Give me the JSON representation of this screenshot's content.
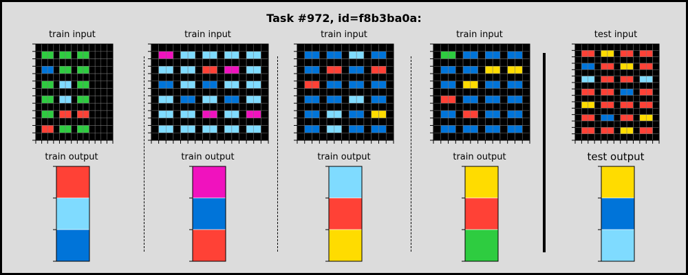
{
  "title": "Task #972, id=f8b3ba0a:",
  "palette": {
    "0": "#000000",
    "1": "#0074D9",
    "2": "#FF4136",
    "3": "#2ECC40",
    "4": "#FFDC00",
    "5": "#AAAAAA",
    "6": "#F012BE",
    "7": "#FF851B",
    "8": "#7FDBFF",
    "9": "#870C25"
  },
  "pairs": [
    {
      "input_label": "train input",
      "output_label": "train output",
      "input": [
        [
          0,
          0,
          0,
          0,
          0,
          0,
          0,
          0,
          0,
          0,
          0,
          0,
          0
        ],
        [
          0,
          3,
          3,
          0,
          3,
          3,
          0,
          3,
          3,
          0
        ],
        [
          0,
          0,
          0,
          0,
          0,
          0,
          0,
          0,
          0,
          0
        ],
        [
          0,
          1,
          1,
          0,
          3,
          3,
          0,
          3,
          3,
          0
        ],
        [
          0,
          0,
          0,
          0,
          0,
          0,
          0,
          0,
          0,
          0
        ],
        [
          0,
          3,
          3,
          0,
          8,
          8,
          0,
          3,
          3,
          0
        ],
        [
          0,
          0,
          0,
          0,
          0,
          0,
          0,
          0,
          0,
          0
        ],
        [
          0,
          3,
          3,
          0,
          8,
          8,
          0,
          3,
          3,
          0
        ],
        [
          0,
          0,
          0,
          0,
          0,
          0,
          0,
          0,
          0,
          0
        ],
        [
          0,
          3,
          3,
          0,
          2,
          2,
          0,
          2,
          2,
          0
        ],
        [
          0,
          0,
          0,
          0,
          0,
          0,
          0,
          0,
          0,
          0
        ],
        [
          0,
          2,
          2,
          0,
          3,
          3,
          0,
          3,
          3,
          0
        ],
        [
          0,
          0,
          0,
          0,
          0,
          0,
          0,
          0,
          0,
          0
        ]
      ],
      "output": [
        [
          2
        ],
        [
          8
        ],
        [
          1
        ]
      ]
    },
    {
      "input_label": "train input",
      "output_label": "train output",
      "input": [
        [
          0,
          0,
          0,
          0,
          0,
          0,
          0,
          0,
          0,
          0,
          0,
          0,
          0,
          0,
          0,
          0
        ],
        [
          0,
          6,
          6,
          0,
          8,
          8,
          0,
          8,
          8,
          0,
          8,
          8,
          0,
          8,
          8,
          0
        ],
        [
          0,
          0,
          0,
          0,
          0,
          0,
          0,
          0,
          0,
          0,
          0,
          0,
          0,
          0,
          0,
          0
        ],
        [
          0,
          8,
          8,
          0,
          8,
          8,
          0,
          2,
          2,
          0,
          6,
          6,
          0,
          8,
          8,
          0
        ],
        [
          0,
          0,
          0,
          0,
          0,
          0,
          0,
          0,
          0,
          0,
          0,
          0,
          0,
          0,
          0,
          0
        ],
        [
          0,
          1,
          1,
          0,
          8,
          8,
          0,
          1,
          1,
          0,
          8,
          8,
          0,
          8,
          8,
          0
        ],
        [
          0,
          0,
          0,
          0,
          0,
          0,
          0,
          0,
          0,
          0,
          0,
          0,
          0,
          0,
          0,
          0
        ],
        [
          0,
          8,
          8,
          0,
          1,
          1,
          0,
          8,
          8,
          0,
          1,
          1,
          0,
          8,
          8,
          0
        ],
        [
          0,
          0,
          0,
          0,
          0,
          0,
          0,
          0,
          0,
          0,
          0,
          0,
          0,
          0,
          0,
          0
        ],
        [
          0,
          8,
          8,
          0,
          8,
          8,
          0,
          6,
          6,
          0,
          8,
          8,
          0,
          6,
          6,
          0
        ],
        [
          0,
          0,
          0,
          0,
          0,
          0,
          0,
          0,
          0,
          0,
          0,
          0,
          0,
          0,
          0,
          0
        ],
        [
          0,
          8,
          8,
          0,
          8,
          8,
          0,
          8,
          8,
          0,
          8,
          8,
          0,
          8,
          8,
          0
        ],
        [
          0,
          0,
          0,
          0,
          0,
          0,
          0,
          0,
          0,
          0,
          0,
          0,
          0,
          0,
          0,
          0
        ]
      ],
      "output": [
        [
          6
        ],
        [
          1
        ],
        [
          2
        ]
      ]
    },
    {
      "input_label": "train input",
      "output_label": "train output",
      "input": [
        [
          0,
          0,
          0,
          0,
          0,
          0,
          0,
          0,
          0,
          0,
          0,
          0,
          0
        ],
        [
          0,
          1,
          1,
          0,
          1,
          1,
          0,
          8,
          8,
          0,
          1,
          1,
          0
        ],
        [
          0,
          0,
          0,
          0,
          0,
          0,
          0,
          0,
          0,
          0,
          0,
          0,
          0
        ],
        [
          0,
          1,
          1,
          0,
          2,
          2,
          0,
          1,
          1,
          0,
          2,
          2,
          0
        ],
        [
          0,
          0,
          0,
          0,
          0,
          0,
          0,
          0,
          0,
          0,
          0,
          0,
          0
        ],
        [
          0,
          2,
          2,
          0,
          1,
          1,
          0,
          1,
          1,
          0,
          1,
          1,
          0
        ],
        [
          0,
          0,
          0,
          0,
          0,
          0,
          0,
          0,
          0,
          0,
          0,
          0,
          0
        ],
        [
          0,
          1,
          1,
          0,
          1,
          1,
          0,
          8,
          8,
          0,
          1,
          1,
          0
        ],
        [
          0,
          0,
          0,
          0,
          0,
          0,
          0,
          0,
          0,
          0,
          0,
          0,
          0
        ],
        [
          0,
          1,
          1,
          0,
          8,
          8,
          0,
          1,
          1,
          0,
          4,
          4,
          0
        ],
        [
          0,
          0,
          0,
          0,
          0,
          0,
          0,
          0,
          0,
          0,
          0,
          0,
          0
        ],
        [
          0,
          1,
          1,
          0,
          8,
          8,
          0,
          1,
          1,
          0,
          1,
          1,
          0
        ],
        [
          0,
          0,
          0,
          0,
          0,
          0,
          0,
          0,
          0,
          0,
          0,
          0,
          0
        ]
      ],
      "output": [
        [
          8
        ],
        [
          2
        ],
        [
          4
        ]
      ]
    },
    {
      "input_label": "train input",
      "output_label": "train output",
      "input": [
        [
          0,
          0,
          0,
          0,
          0,
          0,
          0,
          0,
          0,
          0,
          0,
          0,
          0
        ],
        [
          0,
          3,
          3,
          0,
          1,
          1,
          0,
          1,
          1,
          0,
          1,
          1,
          0
        ],
        [
          0,
          0,
          0,
          0,
          0,
          0,
          0,
          0,
          0,
          0,
          0,
          0,
          0
        ],
        [
          0,
          1,
          1,
          0,
          1,
          1,
          0,
          4,
          4,
          0,
          4,
          4,
          0
        ],
        [
          0,
          0,
          0,
          0,
          0,
          0,
          0,
          0,
          0,
          0,
          0,
          0,
          0
        ],
        [
          0,
          1,
          1,
          0,
          4,
          4,
          0,
          1,
          1,
          0,
          1,
          1,
          0
        ],
        [
          0,
          0,
          0,
          0,
          0,
          0,
          0,
          0,
          0,
          0,
          0,
          0,
          0
        ],
        [
          0,
          2,
          2,
          0,
          1,
          1,
          0,
          1,
          1,
          0,
          1,
          1,
          0
        ],
        [
          0,
          0,
          0,
          0,
          0,
          0,
          0,
          0,
          0,
          0,
          0,
          0,
          0
        ],
        [
          0,
          1,
          1,
          0,
          2,
          2,
          0,
          1,
          1,
          0,
          1,
          1,
          0
        ],
        [
          0,
          0,
          0,
          0,
          0,
          0,
          0,
          0,
          0,
          0,
          0,
          0,
          0
        ],
        [
          0,
          1,
          1,
          0,
          1,
          1,
          0,
          1,
          1,
          0,
          1,
          1,
          0
        ],
        [
          0,
          0,
          0,
          0,
          0,
          0,
          0,
          0,
          0,
          0,
          0,
          0,
          0
        ]
      ],
      "output": [
        [
          4
        ],
        [
          2
        ],
        [
          3
        ]
      ]
    },
    {
      "input_label": "test input",
      "output_label": "test output",
      "input": [
        [
          0,
          0,
          0,
          0,
          0,
          0,
          0,
          0,
          0,
          0,
          0,
          0,
          0
        ],
        [
          0,
          2,
          2,
          0,
          4,
          4,
          0,
          2,
          2,
          0,
          2,
          2,
          0
        ],
        [
          0,
          0,
          0,
          0,
          0,
          0,
          0,
          0,
          0,
          0,
          0,
          0,
          0
        ],
        [
          0,
          1,
          1,
          0,
          2,
          2,
          0,
          4,
          4,
          0,
          2,
          2,
          0
        ],
        [
          0,
          0,
          0,
          0,
          0,
          0,
          0,
          0,
          0,
          0,
          0,
          0,
          0
        ],
        [
          0,
          8,
          8,
          0,
          2,
          2,
          0,
          2,
          2,
          0,
          8,
          8,
          0
        ],
        [
          0,
          0,
          0,
          0,
          0,
          0,
          0,
          0,
          0,
          0,
          0,
          0,
          0
        ],
        [
          0,
          2,
          2,
          0,
          2,
          2,
          0,
          1,
          1,
          0,
          2,
          2,
          0
        ],
        [
          0,
          0,
          0,
          0,
          0,
          0,
          0,
          0,
          0,
          0,
          0,
          0,
          0
        ],
        [
          0,
          4,
          4,
          0,
          2,
          2,
          0,
          2,
          2,
          0,
          2,
          2,
          0
        ],
        [
          0,
          0,
          0,
          0,
          0,
          0,
          0,
          0,
          0,
          0,
          0,
          0,
          0
        ],
        [
          0,
          2,
          2,
          0,
          1,
          1,
          0,
          2,
          2,
          0,
          4,
          4,
          0
        ],
        [
          0,
          0,
          0,
          0,
          0,
          0,
          0,
          0,
          0,
          0,
          0,
          0,
          0
        ],
        [
          0,
          2,
          2,
          0,
          2,
          2,
          0,
          4,
          4,
          0,
          2,
          2,
          0
        ],
        [
          0,
          0,
          0,
          0,
          0,
          0,
          0,
          0,
          0,
          0,
          0,
          0,
          0
        ]
      ],
      "output": [
        [
          4
        ],
        [
          1
        ],
        [
          8
        ]
      ]
    }
  ]
}
